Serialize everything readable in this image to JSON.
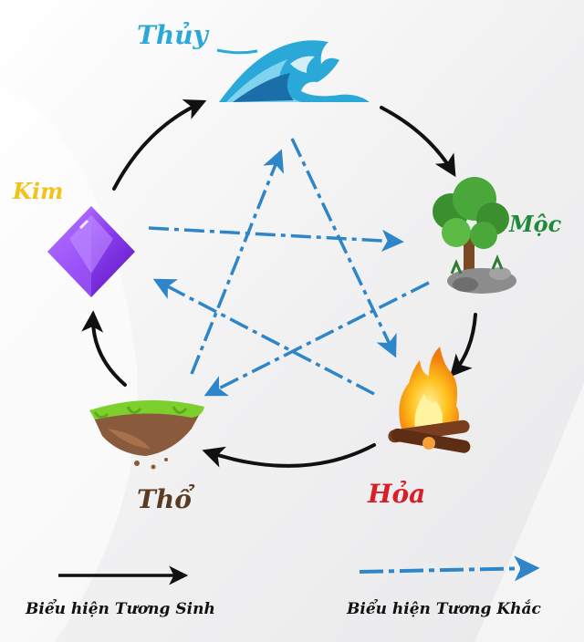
{
  "elements": {
    "thuy": {
      "label": "Thủy",
      "color": "#2aa8d8"
    },
    "moc": {
      "label": "Mộc",
      "color": "#1f8a3a"
    },
    "hoa": {
      "label": "Hỏa",
      "color": "#d81e27"
    },
    "tho": {
      "label": "Thổ",
      "color": "#5a3a22"
    },
    "kim": {
      "label": "Kim",
      "color": "#f3c21a"
    }
  },
  "legend": {
    "generating_label": "Biểu hiện Tương Sinh",
    "overcoming_label": "Biểu hiện Tương Khắc"
  },
  "colors": {
    "generating_arrow": "#111111",
    "overcoming_arrow": "#2e86c8"
  }
}
